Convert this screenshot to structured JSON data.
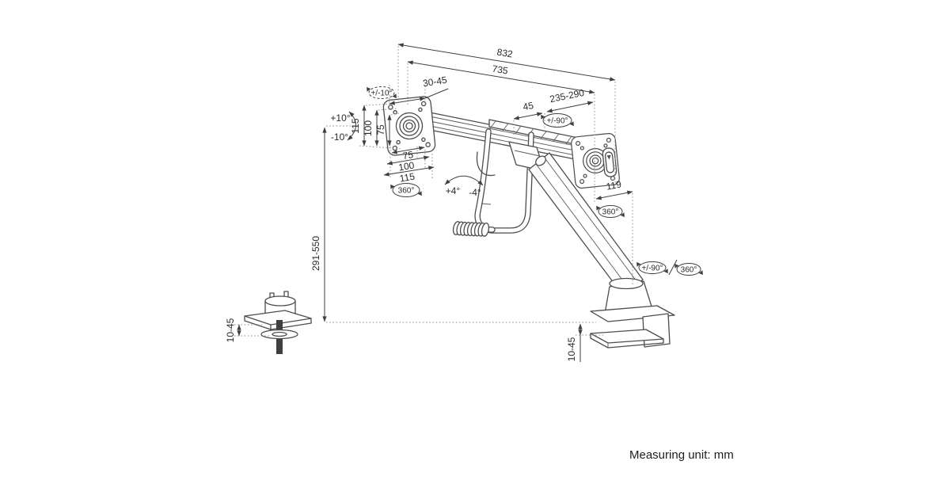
{
  "page": {
    "background": "#ffffff",
    "footer": "Measuring unit: mm"
  },
  "drawing": {
    "title": "Dual monitor desk mount arm - dimensional drawing",
    "line_color": "#4c4c4c",
    "dim_color": "#3f3f3f",
    "text_color": "#2b2b2b",
    "dims": {
      "total_width": "832",
      "crossbar_width": "735",
      "vesa_depth_offset": "30-45",
      "vesa_tilt_range": "+/-10°",
      "tilt_up": "+10°",
      "tilt_down": "-10°",
      "vesa_v_115": "115",
      "vesa_v_100": "100",
      "vesa_v_75": "75",
      "vesa_h_75": "75",
      "vesa_h_100": "100",
      "vesa_h_115": "115",
      "vesa_rotation": "360°",
      "slide_offset": "45",
      "slide_range": "235-290",
      "arm_swivel": "+/-90°",
      "crossbar_tilt_up": "+4°",
      "crossbar_tilt_down": "-4°",
      "arm_offset": "119",
      "joint_rotation": "360°",
      "base_swivel": "+/-90°",
      "separator": "/",
      "base_rotation": "360°",
      "height_range": "291-550",
      "grommet_clamp_range": "10-45",
      "desk_clamp_range": "10-45"
    }
  }
}
